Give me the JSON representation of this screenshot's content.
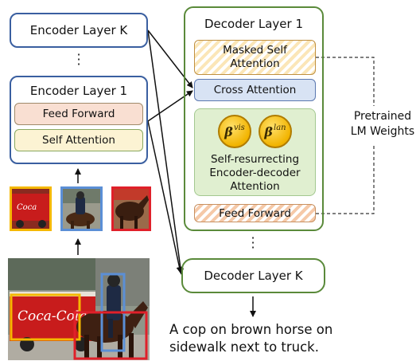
{
  "encoder": {
    "layer_k": "Encoder Layer K",
    "layer_1": "Encoder Layer 1",
    "feed_forward": "Feed Forward",
    "self_attention": "Self Attention"
  },
  "decoder": {
    "layer_1": "Decoder Layer 1",
    "masked_self_attention_line1": "Masked Self",
    "masked_self_attention_line2": "Attention",
    "cross_attention": "Cross Attention",
    "beta_vis": "β",
    "beta_vis_sup": "vis",
    "beta_lan": "β",
    "beta_lan_sup": "lan",
    "self_resurrecting_line1": "Self-resurrecting",
    "self_resurrecting_line2": "Encoder-decoder",
    "self_resurrecting_line3": "Attention",
    "feed_forward": "Feed Forward",
    "layer_k": "Decoder Layer K"
  },
  "pretrained": {
    "line1": "Pretrained",
    "line2": "LM Weights"
  },
  "caption": {
    "line1": "A cop on brown horse on",
    "line2": "sidewalk next to truck."
  },
  "colors": {
    "encoder_border": "#3a5fa0",
    "decoder_border": "#5a8a3a",
    "crop_yellow": "#f5b800",
    "crop_blue": "#5b8fd6",
    "crop_red": "#e0202a"
  },
  "image_logo_text": "Coca-Cola"
}
